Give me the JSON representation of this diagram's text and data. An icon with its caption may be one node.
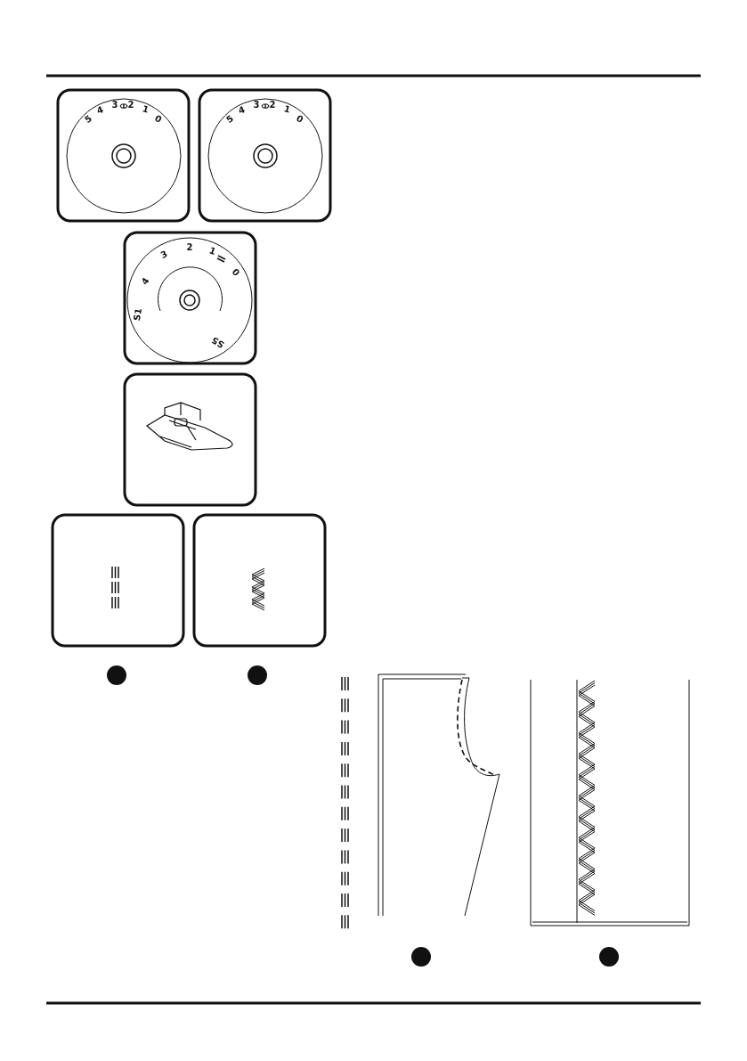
{
  "diagram": {
    "labels": [
      "5",
      "4",
      "3",
      "2",
      "1",
      "0",
      "5",
      "4",
      "3",
      "2",
      "1",
      "0",
      "S1",
      "4",
      "3",
      "2",
      "1",
      "0",
      "S5"
    ]
  }
}
